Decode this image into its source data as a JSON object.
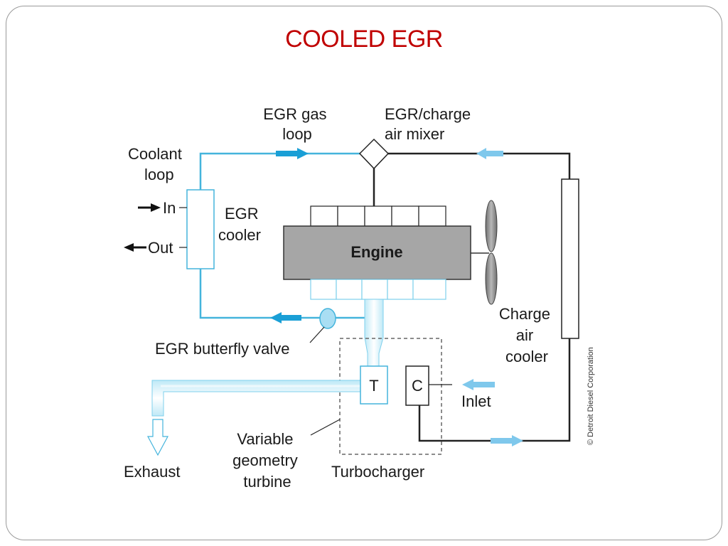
{
  "slide": {
    "title": "COOLED EGR"
  },
  "diagram": {
    "egr_gas_loop": [
      "EGR gas",
      "loop"
    ],
    "mixer": [
      "EGR/charge",
      "air mixer"
    ],
    "coolant_loop": [
      "Coolant",
      "loop"
    ],
    "in_label": "In",
    "out_label": "Out",
    "egr_cooler": [
      "EGR",
      "cooler"
    ],
    "engine": "Engine",
    "charge_air_cooler": [
      "Charge",
      "air",
      "cooler"
    ],
    "butterfly_valve": "EGR butterfly valve",
    "turbine_letter": "T",
    "compressor_letter": "C",
    "inlet": "Inlet",
    "exhaust": "Exhaust",
    "vgt": [
      "Variable",
      "geometry",
      "turbine"
    ],
    "turbocharger": "Turbocharger",
    "credit": "© Detroit Diesel Corporation"
  },
  "colors": {
    "title": "#c00000",
    "egr_gas": "#44b4dc",
    "engine_block": "#a6a6a6",
    "frame_line": "#222222"
  }
}
